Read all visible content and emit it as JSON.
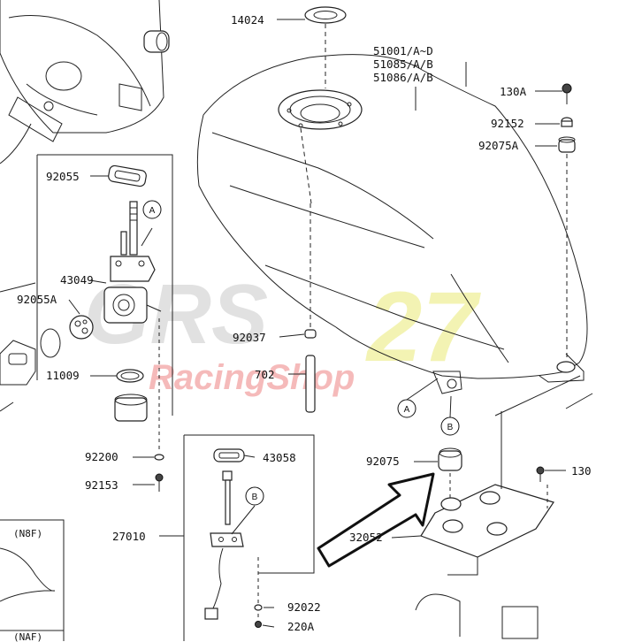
{
  "parts": {
    "p14024": "14024",
    "p51001": "51001/A~D",
    "p51085": "51085/A/B",
    "p51086": "51086/A/B",
    "p130A": "130A",
    "p92152": "92152",
    "p92075A": "92075A",
    "p92055": "92055",
    "p43049": "43049",
    "p92055A": "92055A",
    "p11009": "11009",
    "p92037": "92037",
    "p702": "702",
    "p92200": "92200",
    "p92153": "92153",
    "p43058": "43058",
    "p27010": "27010",
    "p92022": "92022",
    "p220A": "220A",
    "p92075": "92075",
    "p130": "130",
    "p32052": "32052"
  },
  "refs": {
    "A": "A",
    "B": "B"
  },
  "variants": {
    "n8f": "(N8F)",
    "naf": "(NAF)"
  },
  "watermark": {
    "brand_letters": "GRS",
    "brand_number": "27",
    "shop_name": "RacingShop"
  }
}
